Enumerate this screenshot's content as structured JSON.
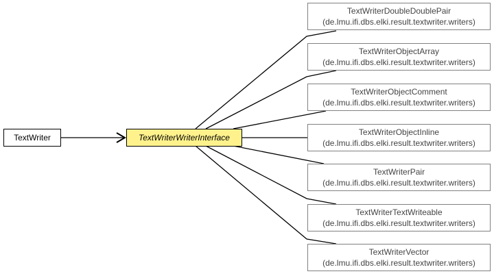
{
  "base": {
    "name": "TextWriter"
  },
  "interface": {
    "name": "TextWriterWriterInterface"
  },
  "implementations": [
    {
      "name": "TextWriterDoubleDoublePair",
      "package": "(de.lmu.ifi.dbs.elki.result.textwriter.writers)"
    },
    {
      "name": "TextWriterObjectArray",
      "package": "(de.lmu.ifi.dbs.elki.result.textwriter.writers)"
    },
    {
      "name": "TextWriterObjectComment",
      "package": "(de.lmu.ifi.dbs.elki.result.textwriter.writers)"
    },
    {
      "name": "TextWriterObjectInline",
      "package": "(de.lmu.ifi.dbs.elki.result.textwriter.writers)"
    },
    {
      "name": "TextWriterPair",
      "package": "(de.lmu.ifi.dbs.elki.result.textwriter.writers)"
    },
    {
      "name": "TextWriterTextWriteable",
      "package": "(de.lmu.ifi.dbs.elki.result.textwriter.writers)"
    },
    {
      "name": "TextWriterVector",
      "package": "(de.lmu.ifi.dbs.elki.result.textwriter.writers)"
    }
  ],
  "colors": {
    "interface_fill": "#fff28c",
    "class_border": "#808080"
  }
}
